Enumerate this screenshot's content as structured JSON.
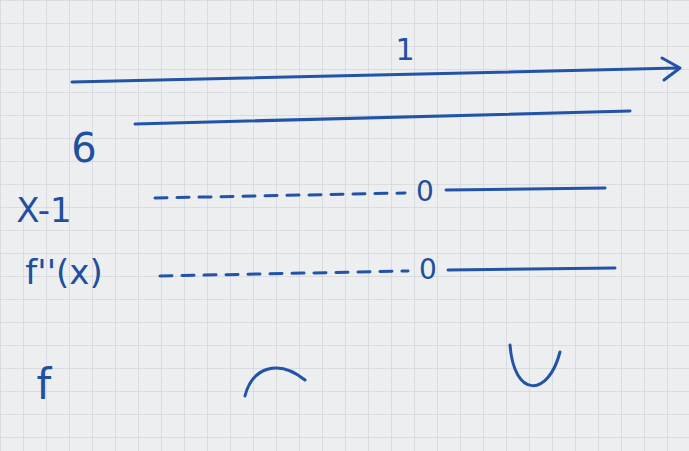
{
  "diagram": {
    "labels": [
      "1",
      "6",
      "X-1",
      "0",
      "f''(x)",
      "0",
      "f"
    ]
  }
}
